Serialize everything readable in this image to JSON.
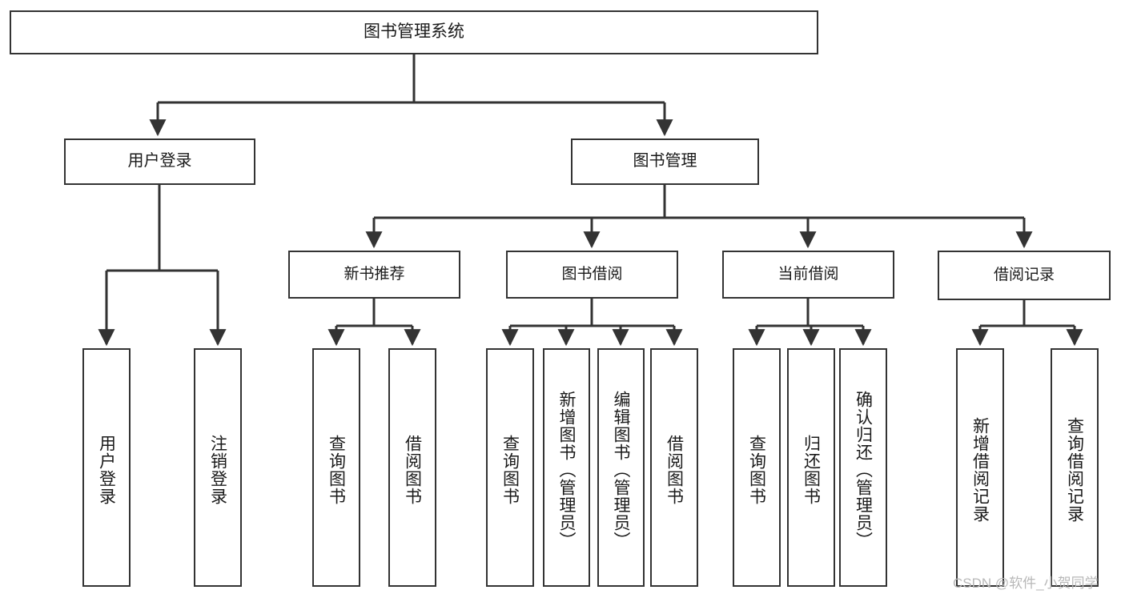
{
  "diagram": {
    "type": "hierarchy-tree",
    "title": "图书管理系统",
    "root": {
      "label": "图书管理系统"
    },
    "level2": [
      {
        "label": "用户登录"
      },
      {
        "label": "图书管理"
      }
    ],
    "level3": [
      {
        "label": "新书推荐"
      },
      {
        "label": "图书借阅"
      },
      {
        "label": "当前借阅"
      },
      {
        "label": "借阅记录"
      }
    ],
    "leaves": [
      {
        "label": "用户登录",
        "parent": "用户登录"
      },
      {
        "label": "注销登录",
        "parent": "用户登录"
      },
      {
        "label": "查询图书",
        "parent": "新书推荐"
      },
      {
        "label": "借阅图书",
        "parent": "新书推荐"
      },
      {
        "label": "查询图书",
        "parent": "图书借阅"
      },
      {
        "label": "新增图书（管理员）",
        "parent": "图书借阅"
      },
      {
        "label": "编辑图书（管理员）",
        "parent": "图书借阅"
      },
      {
        "label": "借阅图书",
        "parent": "图书借阅"
      },
      {
        "label": "查询图书",
        "parent": "当前借阅"
      },
      {
        "label": "归还图书",
        "parent": "当前借阅"
      },
      {
        "label": "确认归还（管理员）",
        "parent": "当前借阅"
      },
      {
        "label": "新增借阅记录",
        "parent": "借阅记录"
      },
      {
        "label": "查询借阅记录",
        "parent": "借阅记录"
      }
    ],
    "colors": {
      "stroke": "#333333",
      "fill": "#ffffff",
      "text": "#1a1a1a",
      "watermark": "#b8b8b8"
    }
  },
  "watermark": {
    "text": "CSDN @软件_小贺同学"
  }
}
